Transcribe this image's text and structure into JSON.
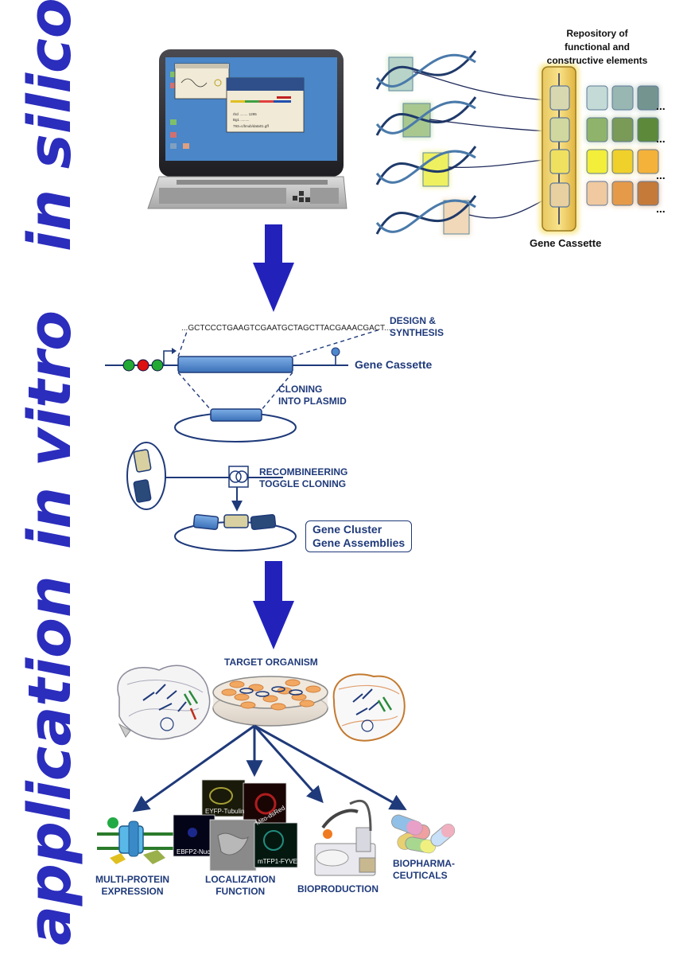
{
  "side_labels": {
    "silico": "in silico",
    "vitro": "in vitro",
    "application": "application"
  },
  "repository": {
    "title_lines": [
      "Repository of",
      "functional and",
      "constructive elements"
    ],
    "cassette_label": "Gene Cassette",
    "ellipsis": "...",
    "swatch_colors": [
      [
        "#c4dad6",
        "#98b6b2",
        "#74948f"
      ],
      [
        "#8fb36a",
        "#7a9a58",
        "#5d8a3a"
      ],
      [
        "#f2ee3a",
        "#f0d02a",
        "#f4b23a"
      ],
      [
        "#f0c9a0",
        "#e59a4a",
        "#c57a3a"
      ]
    ]
  },
  "computer": {
    "screen_color": "#4a86c8",
    "screen_text": [
      "rbcl ........ 1295",
      "Bg1 .........",
      "793=c/bnub/data01.gff"
    ]
  },
  "vitro": {
    "sequence": "...GCTCCCTGAAGTCGAATGCTAGCTTACGAAACGACT...",
    "design_label": [
      "DESIGN &",
      "SYNTHESIS"
    ],
    "gene_cassette": "Gene Cassette",
    "cloning_label": [
      "CLONING",
      "INTO PLASMID"
    ],
    "recombineering_label": [
      "RECOMBINEERING",
      "TOGGLE CLONING"
    ],
    "gene_cluster": [
      "Gene Cluster",
      "Gene Assemblies"
    ],
    "promoter_colors": [
      "#22aa33",
      "#dd1111",
      "#22aa33"
    ]
  },
  "application": {
    "target_organism": "TARGET ORGANISM",
    "multi_protein": [
      "MULTI-PROTEIN",
      "EXPRESSION"
    ],
    "localization": [
      "LOCALIZATION",
      "FUNCTION"
    ],
    "bioproduction": "BIOPRODUCTION",
    "biopharma": [
      "BIOPHARMA-",
      "CEUTICALS"
    ],
    "micrographs": [
      "EYFP-Tubulin",
      "Mito-dsRed",
      "EBFP2-Nuc",
      "mTFP1-FYVE"
    ]
  },
  "colors": {
    "big_arrow": "#2222bb",
    "diagram_blue": "#1f3a7a",
    "cassette_blue": "#4f86cc"
  }
}
